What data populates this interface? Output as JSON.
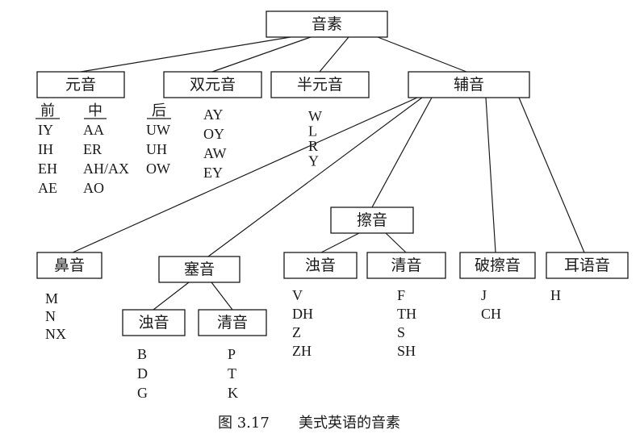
{
  "nodes": [
    {
      "id": "root",
      "label": "音素"
    },
    {
      "id": "vowel",
      "label": "元音"
    },
    {
      "id": "diphthong",
      "label": "双元音"
    },
    {
      "id": "semivowel",
      "label": "半元音"
    },
    {
      "id": "consonant",
      "label": "辅音"
    },
    {
      "id": "fricative",
      "label": "擦音"
    },
    {
      "id": "nasal",
      "label": "鼻音"
    },
    {
      "id": "stop",
      "label": "塞音"
    },
    {
      "id": "fric-voiced",
      "label": "浊音"
    },
    {
      "id": "fric-voiceless",
      "label": "清音"
    },
    {
      "id": "affricate",
      "label": "破擦音"
    },
    {
      "id": "aspirate",
      "label": "耳语音"
    },
    {
      "id": "stop-voiced",
      "label": "浊音"
    },
    {
      "id": "stop-voiceless",
      "label": "清音"
    }
  ],
  "edges": [
    {
      "from": "root",
      "to": "vowel"
    },
    {
      "from": "root",
      "to": "diphthong"
    },
    {
      "from": "root",
      "to": "semivowel"
    },
    {
      "from": "root",
      "to": "consonant"
    },
    {
      "from": "consonant",
      "to": "nasal"
    },
    {
      "from": "consonant",
      "to": "stop"
    },
    {
      "from": "consonant",
      "to": "fricative"
    },
    {
      "from": "consonant",
      "to": "affricate"
    },
    {
      "from": "consonant",
      "to": "aspirate"
    },
    {
      "from": "fricative",
      "to": "fric-voiced"
    },
    {
      "from": "fricative",
      "to": "fric-voiceless"
    },
    {
      "from": "stop",
      "to": "stop-voiced"
    },
    {
      "from": "stop",
      "to": "stop-voiceless"
    }
  ],
  "vowel_groups": [
    {
      "head": "前",
      "items": [
        "IY",
        "IH",
        "EH",
        "AE"
      ]
    },
    {
      "head": "中",
      "items": [
        "AA",
        "ER",
        "AH/AX",
        "AO"
      ]
    },
    {
      "head": "后",
      "items": [
        "UW",
        "UH",
        "OW"
      ]
    }
  ],
  "phoneme_lists": {
    "diphthong": [
      "AY",
      "OY",
      "AW",
      "EY"
    ],
    "semivowel": [
      "W",
      "L",
      "R",
      "Y"
    ],
    "nasal": [
      "M",
      "N",
      "NX"
    ],
    "fric-voiced": [
      "V",
      "DH",
      "Z",
      "ZH"
    ],
    "fric-voiceless": [
      "F",
      "TH",
      "S",
      "SH"
    ],
    "affricate": [
      "J",
      "CH"
    ],
    "aspirate": [
      "H"
    ],
    "stop-voiced": [
      "B",
      "D",
      "G"
    ],
    "stop-voiceless": [
      "P",
      "T",
      "K"
    ]
  },
  "caption": {
    "figure_number": "图 3.17",
    "title": "美式英语的音素"
  }
}
